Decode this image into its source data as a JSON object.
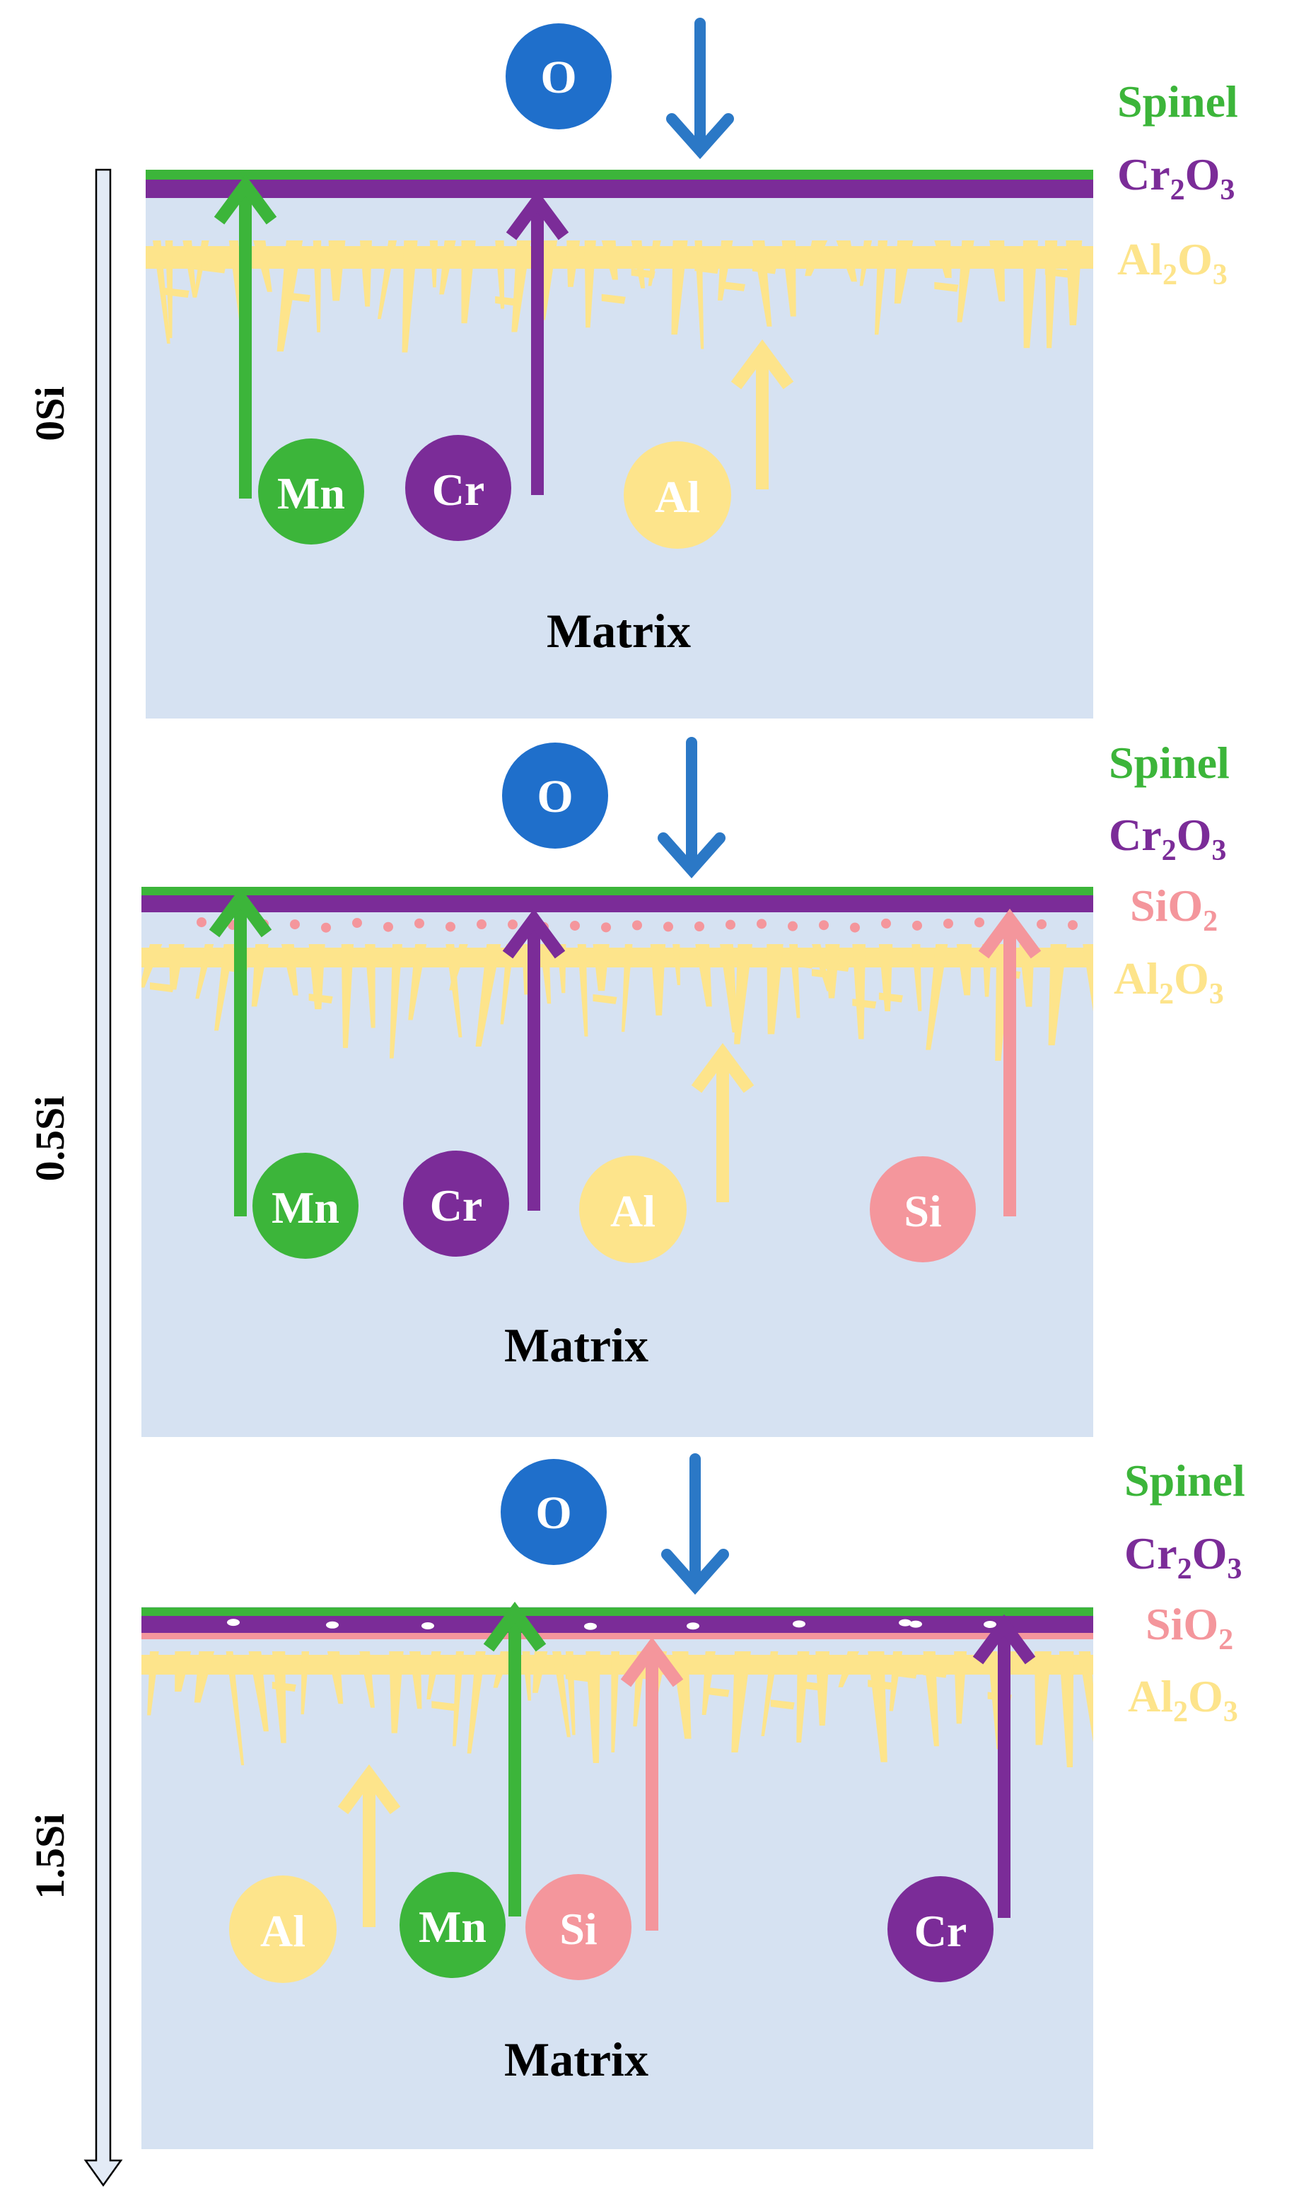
{
  "colors": {
    "matrix_bg": "#d6e2f2",
    "spinel": "#3cb53a",
    "cr2o3": "#7b2c98",
    "sio2": "#f4969c",
    "al2o3": "#fde48b",
    "oxygen": "#1f6fcb",
    "arrow_o": "#2b78c6",
    "axis_fill": "#e3ebf6",
    "text_dark": "#000000",
    "text_white": "#ffffff"
  },
  "axis": {
    "label_0": "0Si",
    "label_1": "0.5Si",
    "label_2": "1.5Si"
  },
  "panels": [
    {
      "oxygen": "O",
      "matrix_label": "Matrix",
      "legend": [
        {
          "base": "Spinel",
          "sub1": "",
          "mid": "",
          "sub2": "",
          "color": "spinel"
        },
        {
          "base": "Cr",
          "sub1": "2",
          "mid": "O",
          "sub2": "3",
          "color": "cr2o3"
        },
        {
          "base": "Al",
          "sub1": "2",
          "mid": "O",
          "sub2": "3",
          "color": "al2o3"
        }
      ],
      "elements": [
        {
          "symbol": "Mn",
          "color": "spinel"
        },
        {
          "symbol": "Cr",
          "color": "cr2o3"
        },
        {
          "symbol": "Al",
          "color": "al2o3"
        }
      ]
    },
    {
      "oxygen": "O",
      "matrix_label": "Matrix",
      "legend": [
        {
          "base": "Spinel",
          "sub1": "",
          "mid": "",
          "sub2": "",
          "color": "spinel"
        },
        {
          "base": "Cr",
          "sub1": "2",
          "mid": "O",
          "sub2": "3",
          "color": "cr2o3"
        },
        {
          "base": "SiO",
          "sub1": "2",
          "mid": "",
          "sub2": "",
          "color": "sio2"
        },
        {
          "base": "Al",
          "sub1": "2",
          "mid": "O",
          "sub2": "3",
          "color": "al2o3"
        }
      ],
      "elements": [
        {
          "symbol": "Mn",
          "color": "spinel"
        },
        {
          "symbol": "Cr",
          "color": "cr2o3"
        },
        {
          "symbol": "Al",
          "color": "al2o3"
        },
        {
          "symbol": "Si",
          "color": "sio2"
        }
      ]
    },
    {
      "oxygen": "O",
      "matrix_label": "Matrix",
      "legend": [
        {
          "base": "Spinel",
          "sub1": "",
          "mid": "",
          "sub2": "",
          "color": "spinel"
        },
        {
          "base": "Cr",
          "sub1": "2",
          "mid": "O",
          "sub2": "3",
          "color": "cr2o3"
        },
        {
          "base": "SiO",
          "sub1": "2",
          "mid": "",
          "sub2": "",
          "color": "sio2"
        },
        {
          "base": "Al",
          "sub1": "2",
          "mid": "O",
          "sub2": "3",
          "color": "al2o3"
        }
      ],
      "elements": [
        {
          "symbol": "Al",
          "color": "al2o3"
        },
        {
          "symbol": "Mn",
          "color": "spinel"
        },
        {
          "symbol": "Si",
          "color": "sio2"
        },
        {
          "symbol": "Cr",
          "color": "cr2o3"
        }
      ]
    }
  ]
}
